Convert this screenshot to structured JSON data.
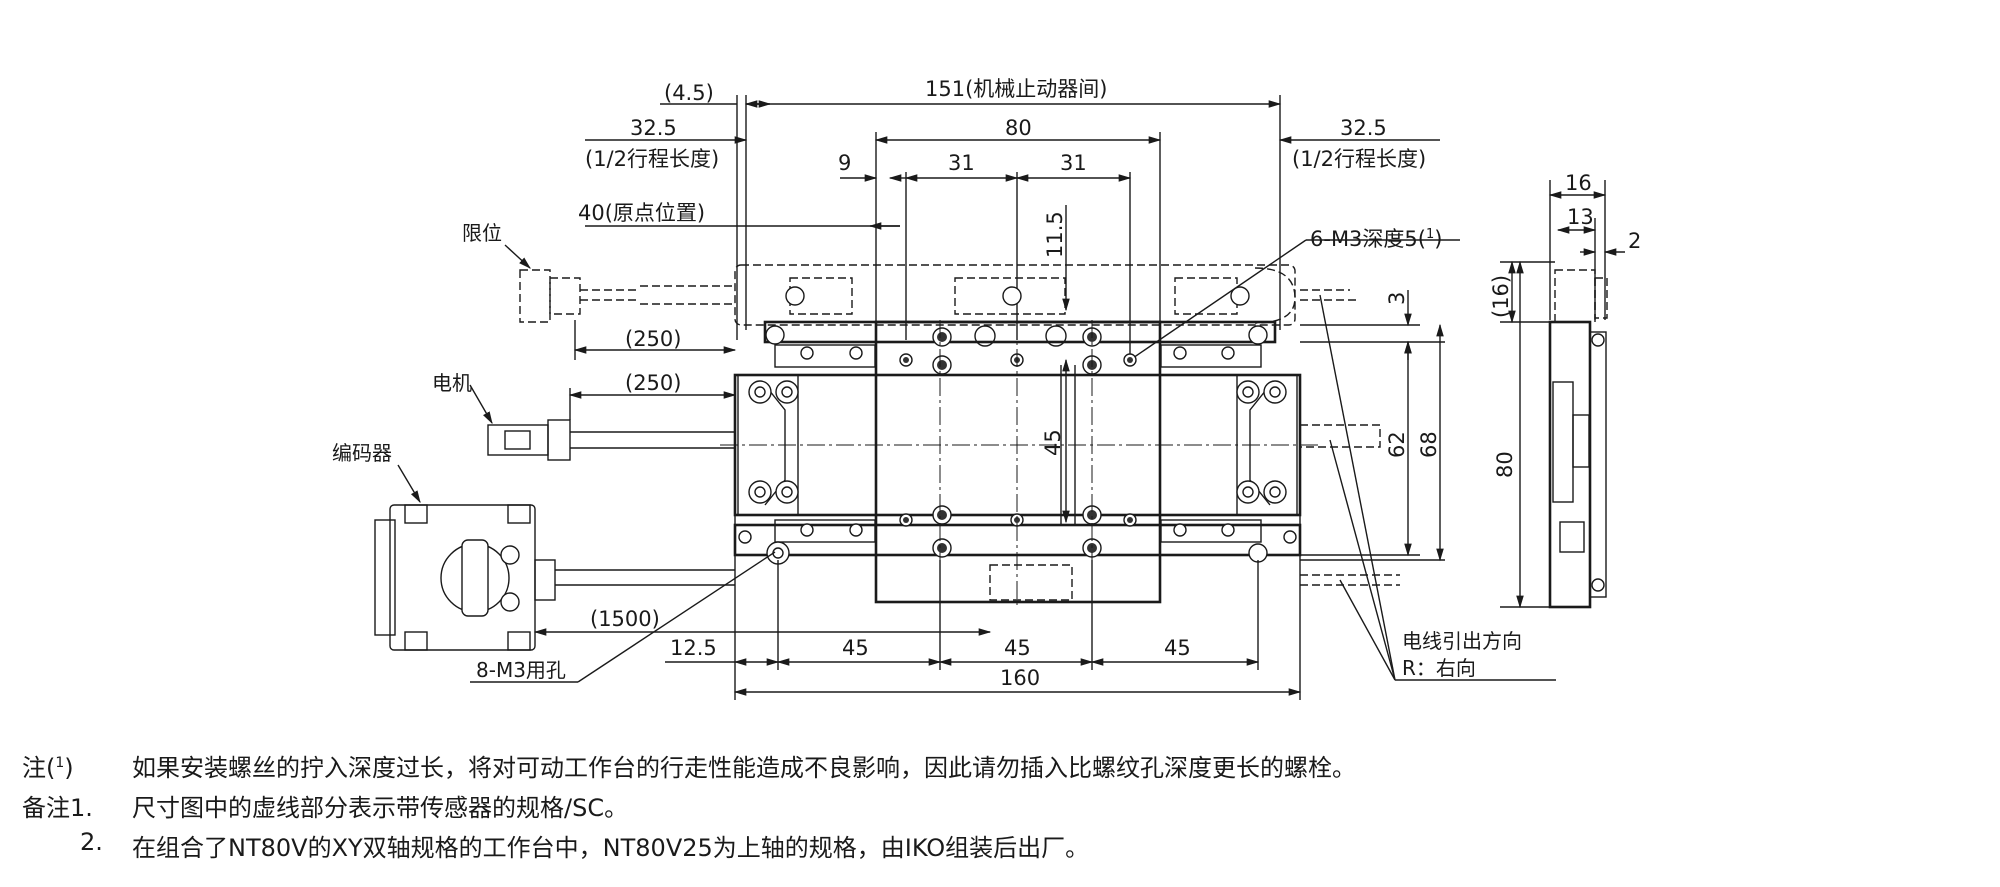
{
  "top_dims": {
    "d_4_5": "(4.5)",
    "d_151": "151(机械止动器间)",
    "d_32_5_left": "32.5",
    "d_32_5_left_note": "(1/2行程长度)",
    "d_80": "80",
    "d_32_5_right": "32.5",
    "d_32_5_right_note": "(1/2行程长度)",
    "d_9": "9",
    "d_31a": "31",
    "d_31b": "31",
    "d_40": "40(原点位置)",
    "d_11_5": "11.5",
    "d_6m3": "6-M3深度5(",
    "d_6m3_sup": "1",
    "d_6m3_end": ")"
  },
  "side_dims": {
    "d_3": "3",
    "d_62": "62",
    "d_68": "68",
    "d_45v": "45",
    "d_16h": "16",
    "d_13": "13",
    "d_2": "2",
    "d_16v": "(16)",
    "d_80v": "80"
  },
  "labels": {
    "limit": "限位",
    "motor": "电机",
    "encoder": "编码器",
    "d_250a": "(250)",
    "d_250b": "(250)",
    "d_1500": "(1500)",
    "d_12_5": "12.5",
    "d_45a": "45",
    "d_45b": "45",
    "d_45c": "45",
    "d_160": "160",
    "hole_8m3": "8-M3用孔",
    "cable_dir": "电线引出方向",
    "cable_dir_r": "R：右向"
  },
  "notes": {
    "n1_prefix": "注(",
    "n1_sup": "1",
    "n1_close": ")",
    "n1_text": "如果安装螺丝的拧入深度过长，将对可动工作台的行走性能造成不良影响，因此请勿插入比螺纹孔深度更长的螺栓。",
    "n2_prefix": "备注1.",
    "n2_text": "尺寸图中的虚线部分表示带传感器的规格/SC。",
    "n3_prefix": "2.",
    "n3_text": "在组合了NT80V的XY双轴规格的工作台中，NT80V25为上轴的规格，由IKO组装后出厂。"
  }
}
